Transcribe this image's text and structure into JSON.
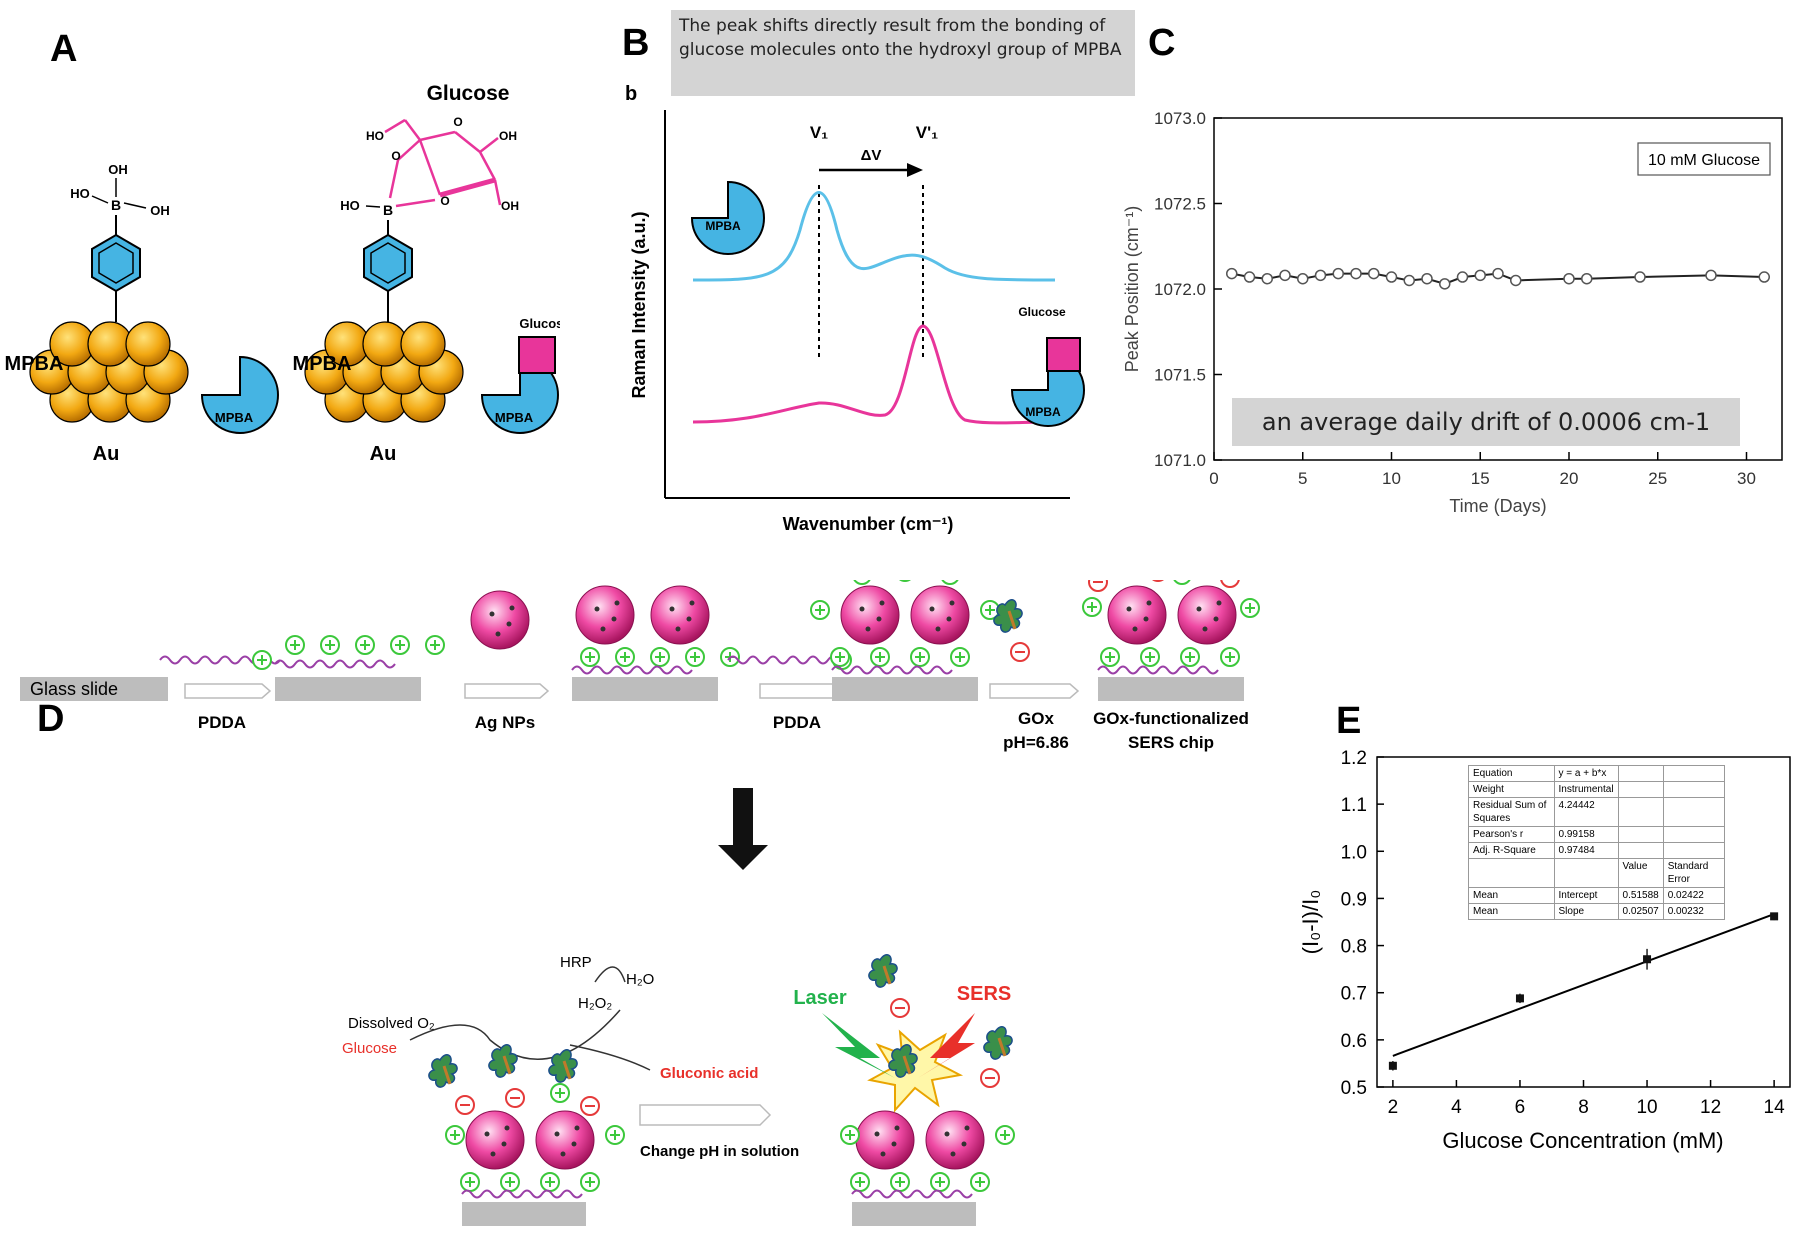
{
  "panels": {
    "a": {
      "letter": "A",
      "glucose_title": "Glucose",
      "mpba_label_left": "MPBA",
      "mpba_label_right": "MPBA",
      "au_left": "Au",
      "au_right": "Au",
      "mpba_badge": "MPBA",
      "glucose_badge": "Glucose",
      "oh": "OH",
      "ho": "HO",
      "b": "B",
      "o": "O"
    },
    "b": {
      "letter": "B",
      "sub": "b",
      "note": "The peak shifts directly result from the bonding of glucose molecules onto the hydroxyl group of MPBA",
      "ylabel": "Raman Intensity (a.u.)",
      "xlabel": "Wavenumber (cm⁻¹)",
      "v1": "V₁",
      "v1p": "V'₁",
      "dv": "ΔV",
      "mpba_badge": "MPBA",
      "glucose_badge": "Glucose",
      "colors": {
        "free": "#5bc0e8",
        "bound": "#e8359a"
      }
    },
    "c": {
      "letter": "C",
      "legend": "10 mM Glucose",
      "note": "an average daily drift of 0.0006 cm-1"
    },
    "d": {
      "letter": "D",
      "glass": "Glass slide",
      "pdda1": "PDDA",
      "agnps": "Ag NPs",
      "pdda2": "PDDA",
      "gox": "GOx",
      "ph": "pH=6.86",
      "chip_line1": "GOx-functionalized",
      "chip_line2": "SERS chip",
      "hrp": "HRP",
      "h2o": "H₂O",
      "h2o2": "H₂O₂",
      "o2": "Dissolved O₂",
      "glucose": "Glucose",
      "gluconic": "Gluconic acid",
      "change_ph": "Change pH  in solution",
      "laser": "Laser",
      "sers": "SERS"
    },
    "e": {
      "letter": "E",
      "fit_table": [
        [
          "Equation",
          "y = a + b*x",
          "",
          ""
        ],
        [
          "Weight",
          "Instrumental",
          "",
          ""
        ],
        [
          "Residual Sum of Squares",
          "4.24442",
          "",
          ""
        ],
        [
          "Pearson's r",
          "0.99158",
          "",
          ""
        ],
        [
          "Adj. R-Square",
          "0.97484",
          "",
          ""
        ],
        [
          "",
          "",
          "Value",
          "Standard Error"
        ],
        [
          "Mean",
          "Intercept",
          "0.51588",
          "0.02422"
        ],
        [
          "Mean",
          "Slope",
          "0.02507",
          "0.00232"
        ]
      ]
    }
  },
  "chart_data": [
    {
      "type": "scatter",
      "panel": "C",
      "xlabel": "Time (Days)",
      "ylabel": "Peak Position (cm⁻¹)",
      "xlim": [
        0,
        32
      ],
      "ylim": [
        1071.0,
        1073.0
      ],
      "xticks": [
        0,
        5,
        10,
        15,
        20,
        25,
        30
      ],
      "yticks": [
        1071.0,
        1071.5,
        1072.0,
        1072.5,
        1073.0
      ],
      "ytick_labels": [
        "1071.0",
        "1071.5",
        "1072.0",
        "1072.5",
        "1073.0"
      ],
      "legend": "10 mM Glucose",
      "x": [
        1,
        2,
        3,
        4,
        5,
        6,
        7,
        8,
        9,
        10,
        11,
        12,
        13,
        14,
        15,
        16,
        17,
        20,
        21,
        24,
        28,
        31
      ],
      "y": [
        1072.09,
        1072.07,
        1072.06,
        1072.08,
        1072.06,
        1072.08,
        1072.09,
        1072.09,
        1072.09,
        1072.07,
        1072.05,
        1072.06,
        1072.03,
        1072.07,
        1072.08,
        1072.09,
        1072.05,
        1072.06,
        1072.06,
        1072.07,
        1072.08,
        1072.07
      ]
    },
    {
      "type": "scatter",
      "panel": "E",
      "xlabel": "Glucose Concentration (mM)",
      "ylabel": "(I₀-I)/I₀",
      "xlim": [
        1.5,
        14.5
      ],
      "ylim": [
        0.5,
        1.2
      ],
      "xticks": [
        2,
        4,
        6,
        8,
        10,
        12,
        14
      ],
      "yticks": [
        0.5,
        0.6,
        0.7,
        0.8,
        0.9,
        1.0,
        1.1,
        1.2
      ],
      "ytick_labels": [
        "0.5",
        "0.6",
        "0.7",
        "0.8",
        "0.9",
        "1.0",
        "1.1",
        "1.2"
      ],
      "x": [
        2,
        6,
        10,
        14
      ],
      "y": [
        0.545,
        0.688,
        0.771,
        0.862
      ],
      "yerr": [
        0.01,
        0.01,
        0.022,
        0.008
      ],
      "fit": {
        "intercept": 0.51588,
        "slope": 0.02507
      }
    }
  ]
}
